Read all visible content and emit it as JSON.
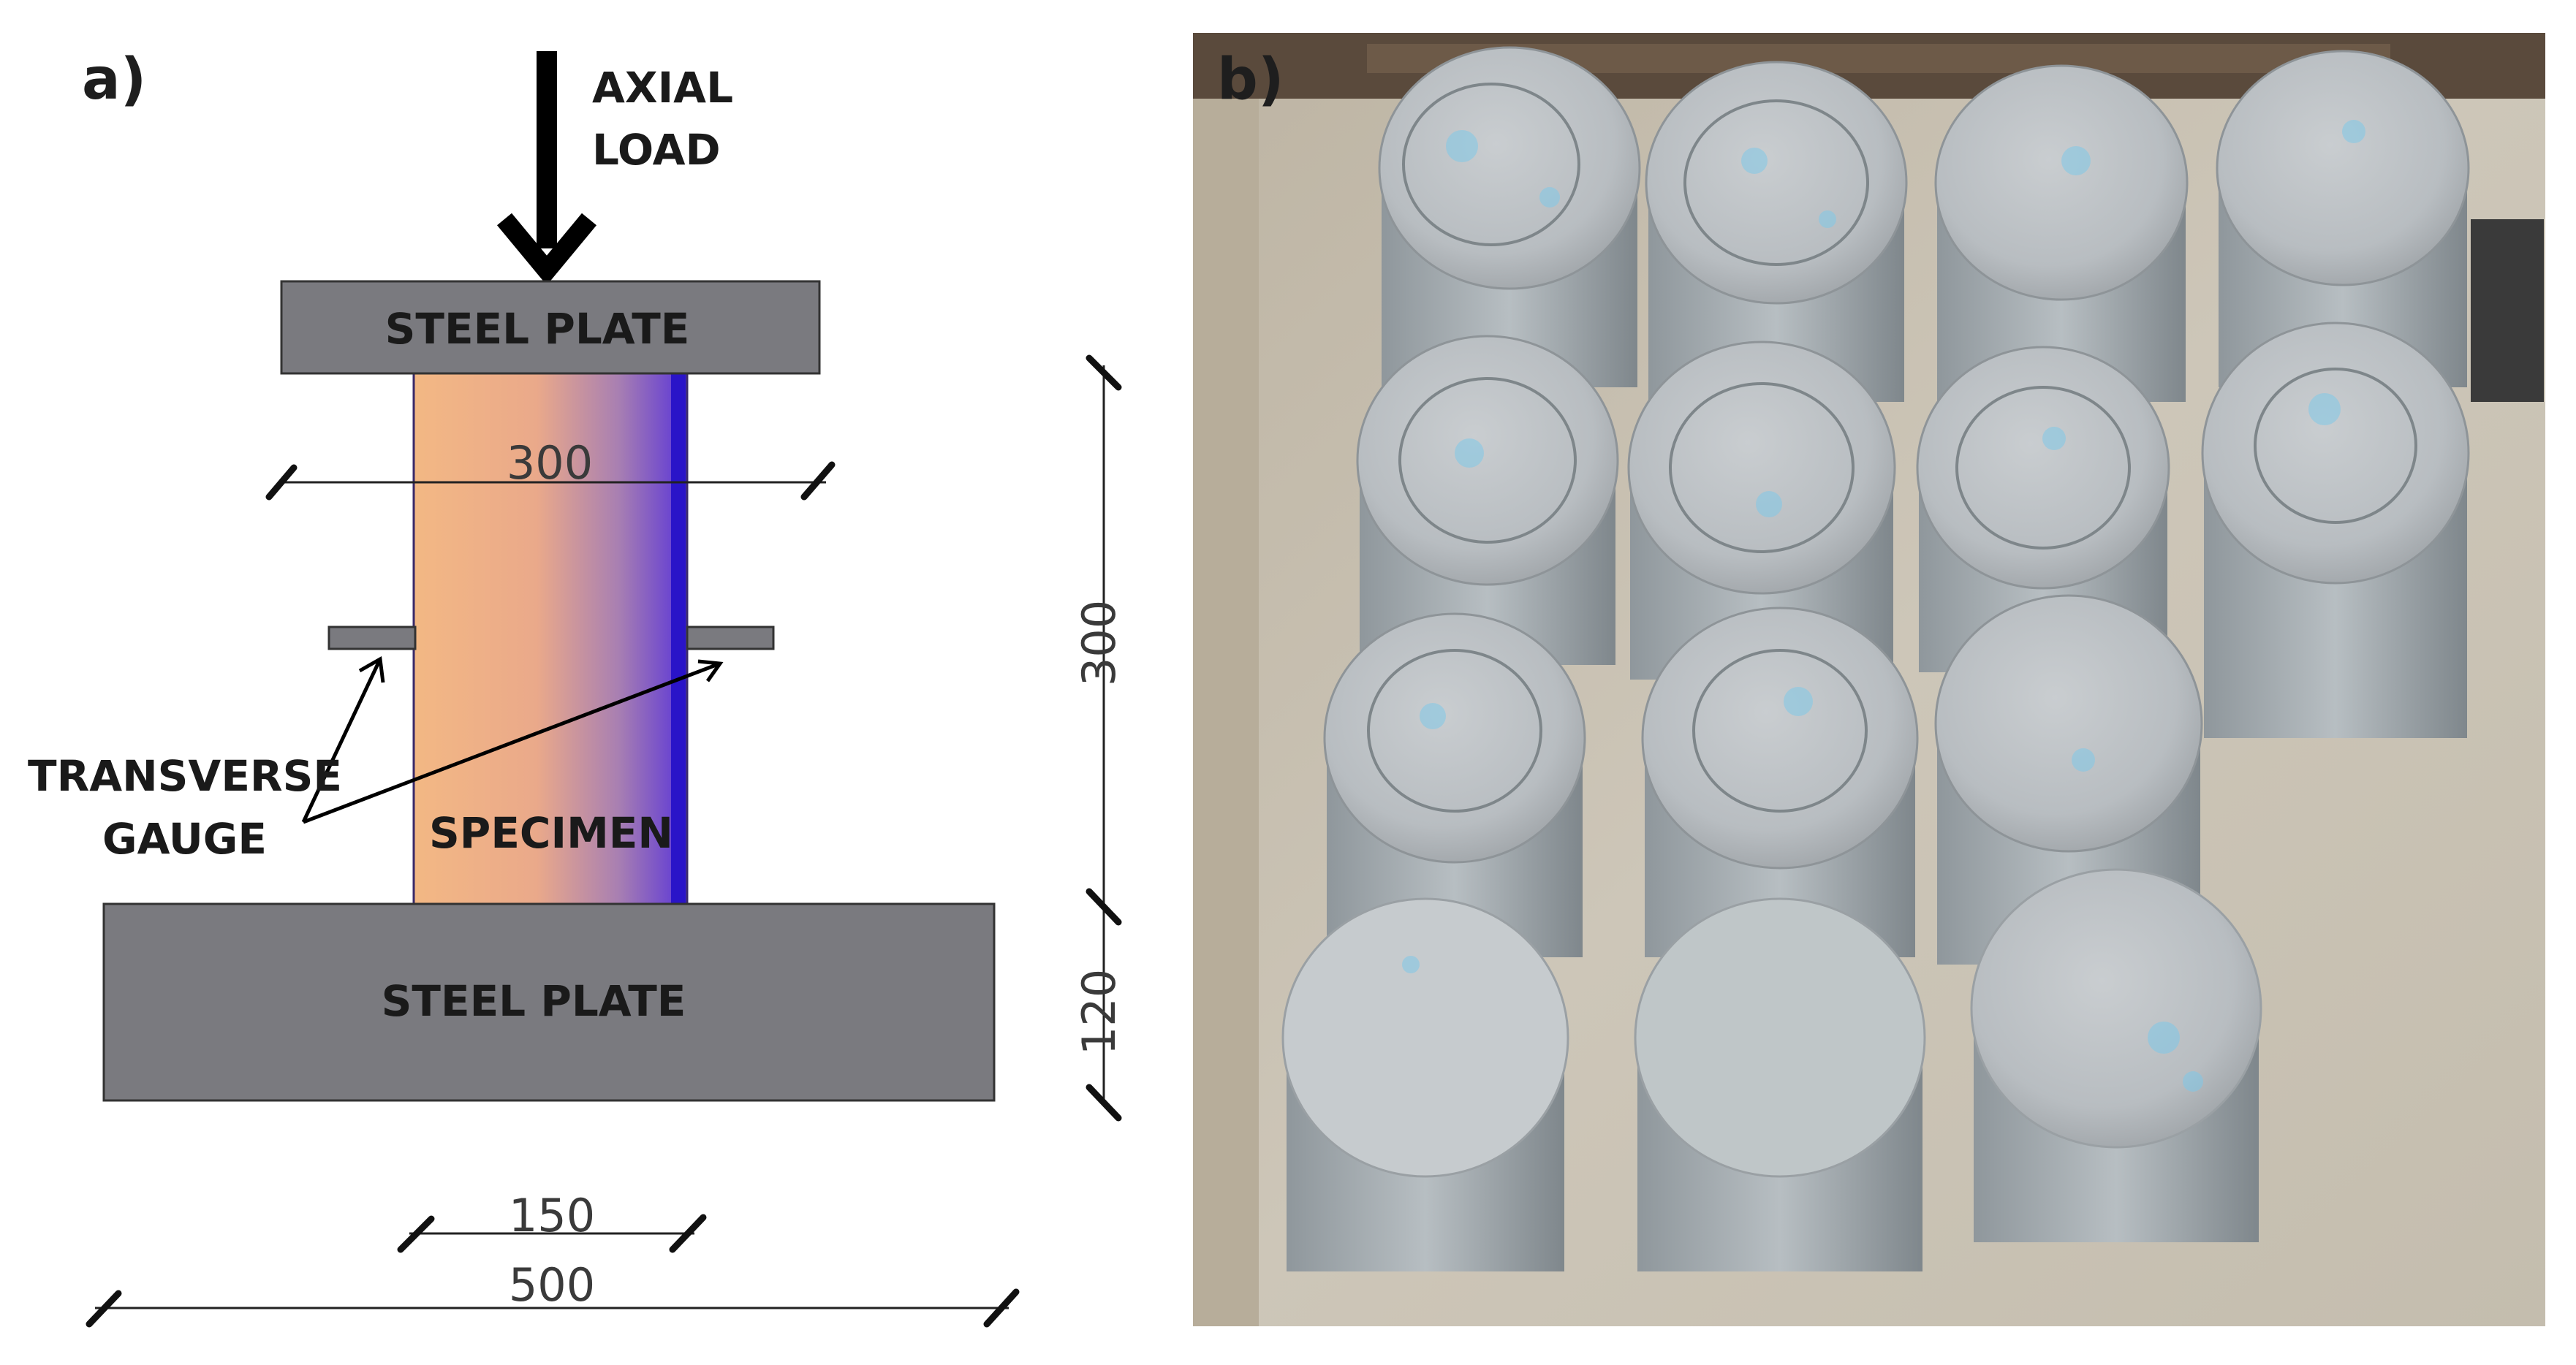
{
  "panels": {
    "a": {
      "label": "a)",
      "load_label_line1": "AXIAL",
      "load_label_line2": "LOAD",
      "top_plate_label": "STEEL PLATE",
      "bottom_plate_label": "STEEL PLATE",
      "specimen_label": "SPECIMEN",
      "gauge_label_line1": "TRANSVERSE",
      "gauge_label_line2": "GAUGE",
      "dimensions": {
        "specimen_height_inner": "300",
        "specimen_height": "300",
        "bottom_plate_height": "120",
        "specimen_width": "150",
        "plate_width": "500"
      },
      "colors": {
        "plate": "#7a7a7f",
        "specimen_start": "#f3b884",
        "specimen_end": "#5a35d8",
        "specimen_edge": "#2a14c8"
      }
    },
    "b": {
      "label": "b)"
    }
  }
}
